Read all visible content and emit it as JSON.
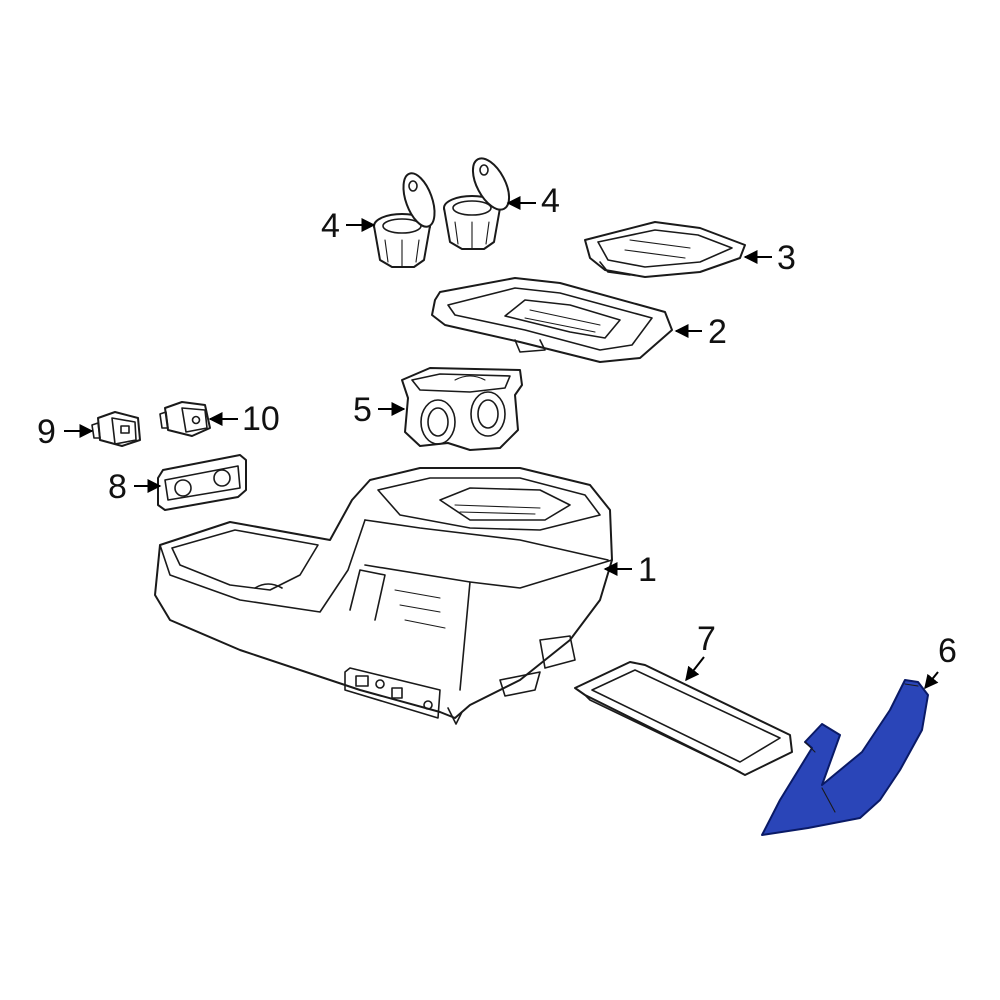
{
  "highlight_color": "#2a45b8",
  "callouts": {
    "c1": "1",
    "c2": "2",
    "c3": "3",
    "c4a": "4",
    "c4b": "4",
    "c5": "5",
    "c6": "6",
    "c7": "7",
    "c8": "8",
    "c9": "9",
    "c10": "10"
  },
  "highlighted_part": "6"
}
